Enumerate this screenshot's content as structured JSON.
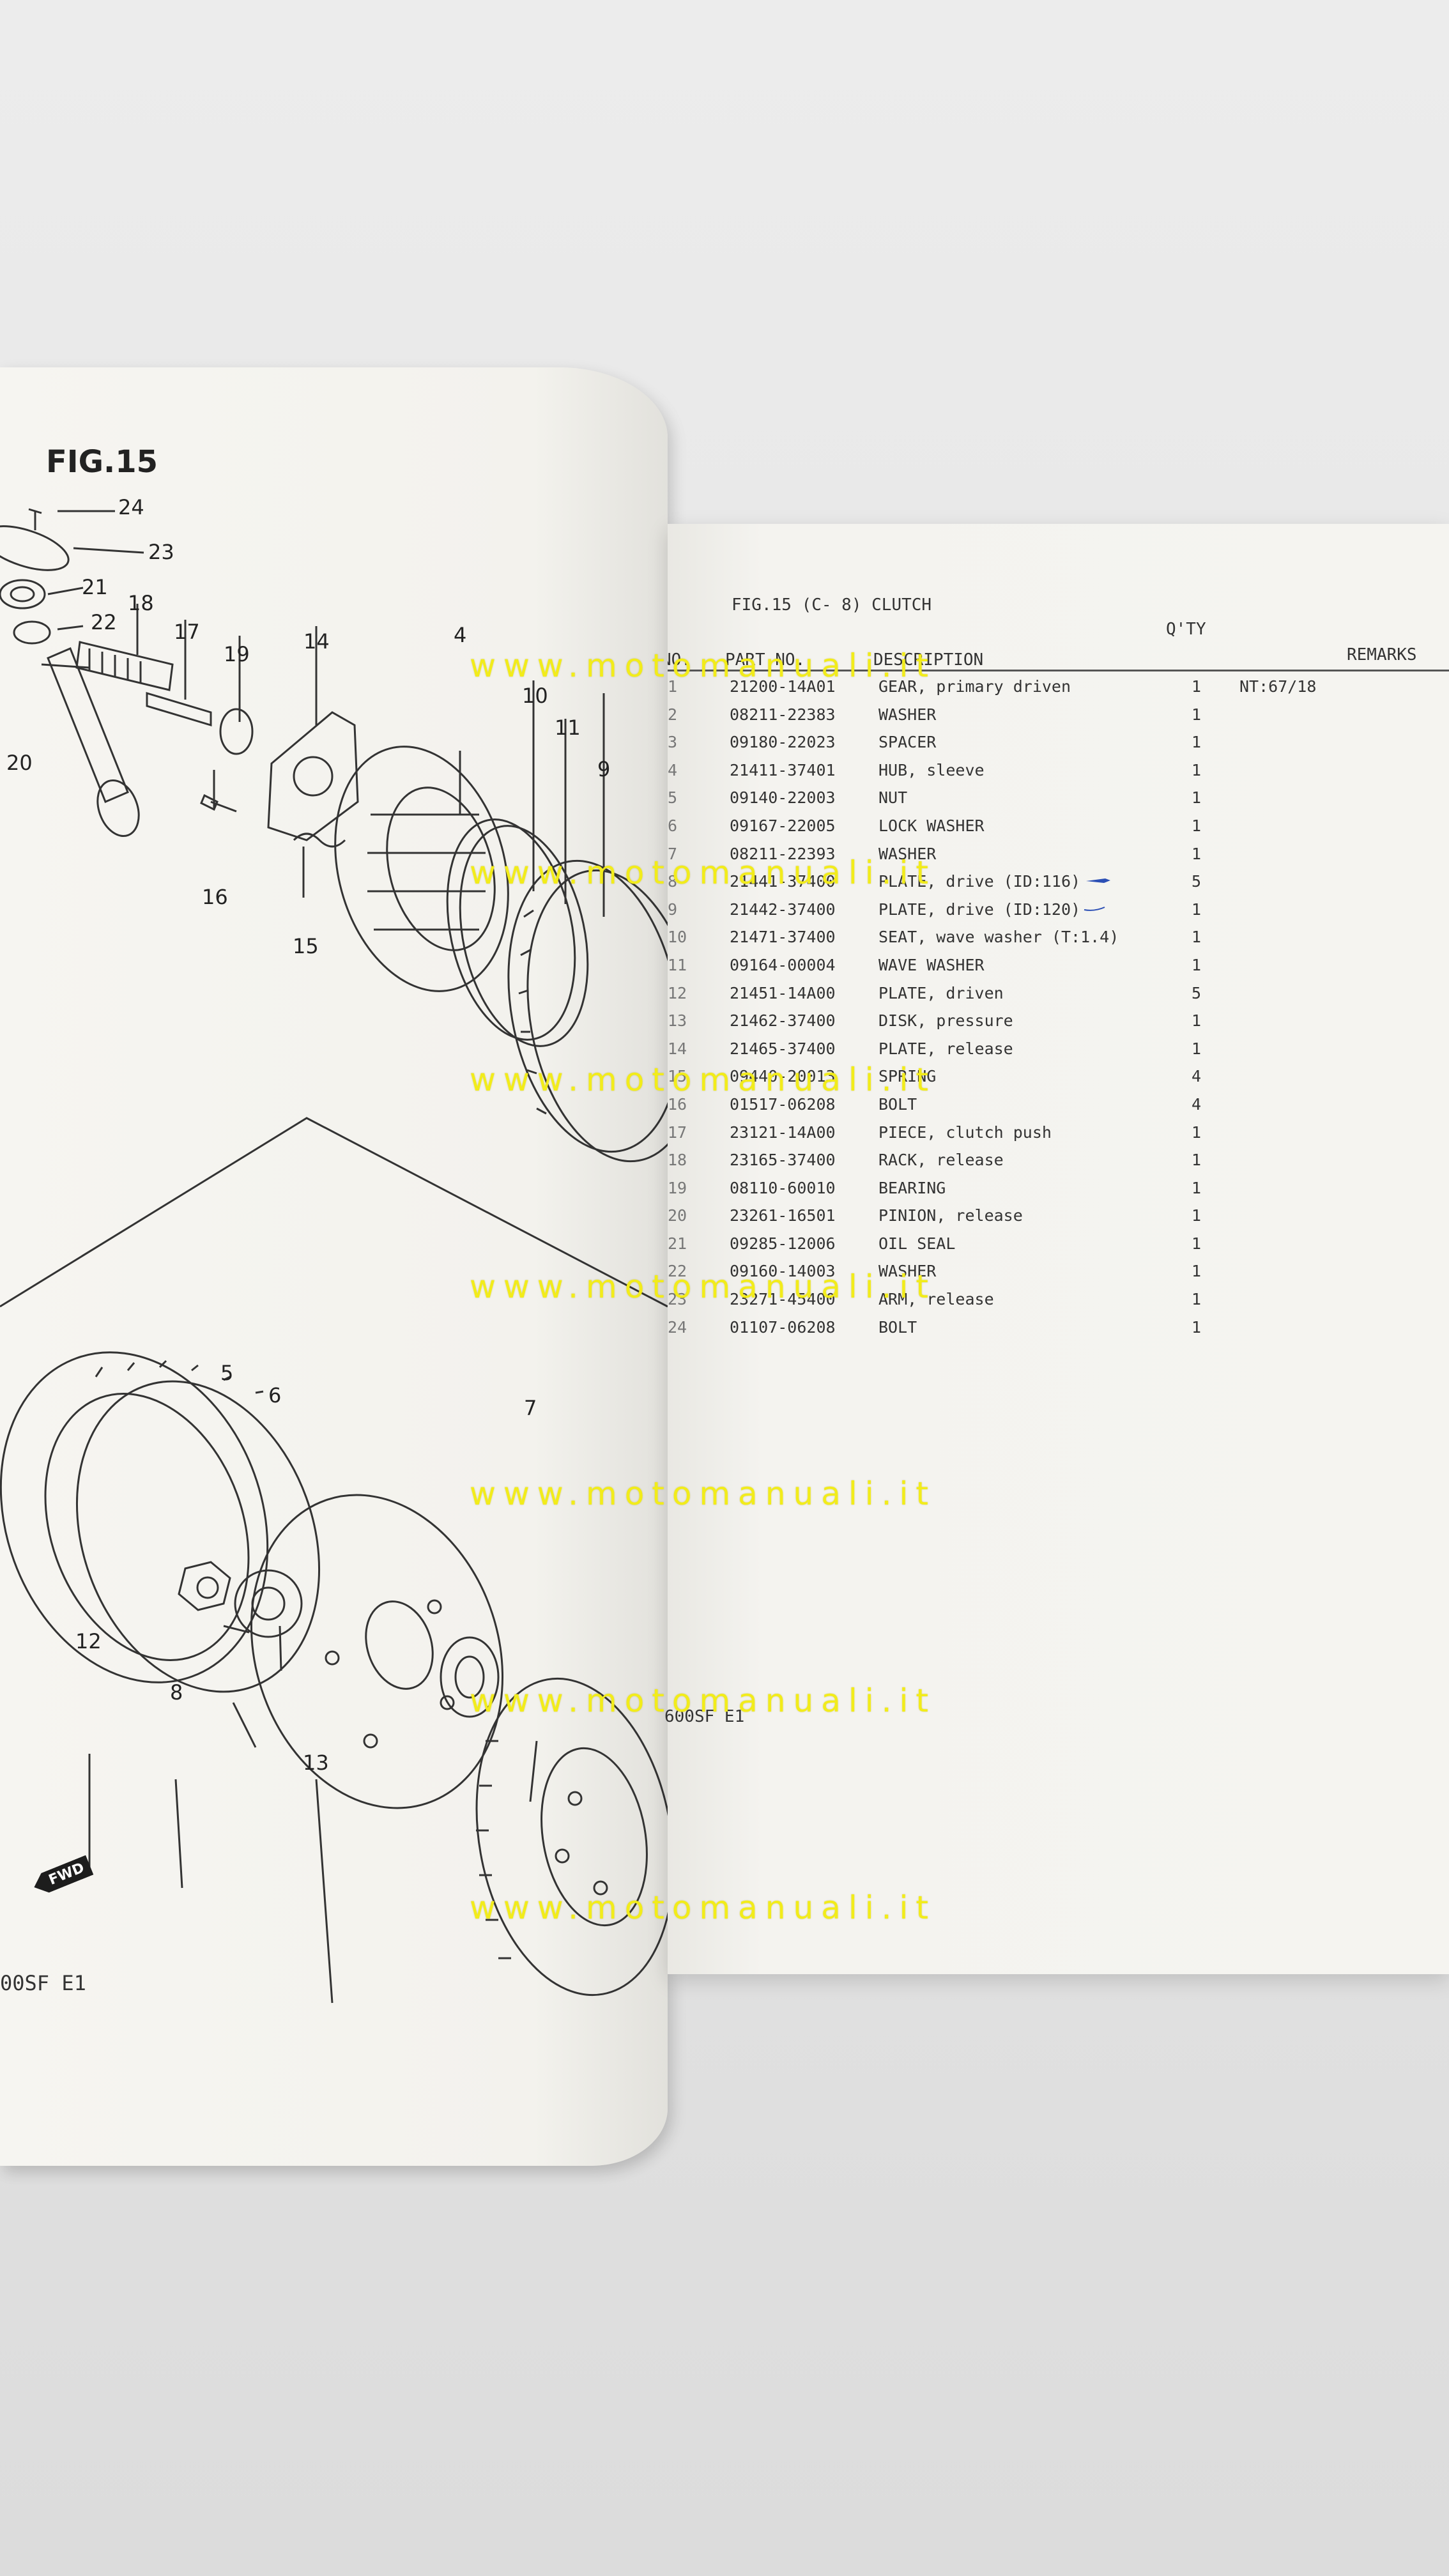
{
  "left_page": {
    "fig_title": "FIG.15",
    "model_code": "00SF E1",
    "fwd_label": "FWD",
    "callouts": [
      "24",
      "23",
      "21",
      "22",
      "18",
      "17",
      "19",
      "14",
      "4",
      "10",
      "11",
      "9",
      "20",
      "16",
      "15",
      "5",
      "6",
      "7",
      "12",
      "8",
      "13"
    ]
  },
  "right_page": {
    "section_title": "FIG.15 (C- 8) CLUTCH",
    "headers": {
      "ref_no": "NO.",
      "part_no": "PART NO.",
      "description": "DESCRIPTION",
      "qty": "Q'TY",
      "remarks": "REMARKS"
    },
    "parts": [
      {
        "ref": "1",
        "part_no": "21200-14A01",
        "description": "GEAR, primary driven",
        "qty": "1",
        "remarks": "NT:67/18"
      },
      {
        "ref": "2",
        "part_no": "08211-22383",
        "description": "WASHER",
        "qty": "1",
        "remarks": ""
      },
      {
        "ref": "3",
        "part_no": "09180-22023",
        "description": "SPACER",
        "qty": "1",
        "remarks": ""
      },
      {
        "ref": "4",
        "part_no": "21411-37401",
        "description": "HUB, sleeve",
        "qty": "1",
        "remarks": ""
      },
      {
        "ref": "5",
        "part_no": "09140-22003",
        "description": "NUT",
        "qty": "1",
        "remarks": ""
      },
      {
        "ref": "6",
        "part_no": "09167-22005",
        "description": "LOCK WASHER",
        "qty": "1",
        "remarks": ""
      },
      {
        "ref": "7",
        "part_no": "08211-22393",
        "description": "WASHER",
        "qty": "1",
        "remarks": ""
      },
      {
        "ref": "8",
        "part_no": "21441-37400",
        "description": "PLATE, drive (ID:116)",
        "qty": "5",
        "remarks": ""
      },
      {
        "ref": "9",
        "part_no": "21442-37400",
        "description": "PLATE, drive (ID:120)",
        "qty": "1",
        "remarks": ""
      },
      {
        "ref": "10",
        "part_no": "21471-37400",
        "description": "SEAT, wave washer (T:1.4)",
        "qty": "1",
        "remarks": ""
      },
      {
        "ref": "11",
        "part_no": "09164-00004",
        "description": "WAVE WASHER",
        "qty": "1",
        "remarks": ""
      },
      {
        "ref": "12",
        "part_no": "21451-14A00",
        "description": "PLATE, driven",
        "qty": "5",
        "remarks": ""
      },
      {
        "ref": "13",
        "part_no": "21462-37400",
        "description": "DISK, pressure",
        "qty": "1",
        "remarks": ""
      },
      {
        "ref": "14",
        "part_no": "21465-37400",
        "description": "PLATE, release",
        "qty": "1",
        "remarks": ""
      },
      {
        "ref": "15",
        "part_no": "09440-20013",
        "description": "SPRING",
        "qty": "4",
        "remarks": ""
      },
      {
        "ref": "16",
        "part_no": "01517-06208",
        "description": "BOLT",
        "qty": "4",
        "remarks": ""
      },
      {
        "ref": "17",
        "part_no": "23121-14A00",
        "description": "PIECE, clutch push",
        "qty": "1",
        "remarks": ""
      },
      {
        "ref": "18",
        "part_no": "23165-37400",
        "description": "RACK, release",
        "qty": "1",
        "remarks": ""
      },
      {
        "ref": "19",
        "part_no": "08110-60010",
        "description": "BEARING",
        "qty": "1",
        "remarks": ""
      },
      {
        "ref": "20",
        "part_no": "23261-16501",
        "description": "PINION, release",
        "qty": "1",
        "remarks": ""
      },
      {
        "ref": "21",
        "part_no": "09285-12006",
        "description": "OIL SEAL",
        "qty": "1",
        "remarks": ""
      },
      {
        "ref": "22",
        "part_no": "09160-14003",
        "description": "WASHER",
        "qty": "1",
        "remarks": ""
      },
      {
        "ref": "23",
        "part_no": "23271-45400",
        "description": "ARM, release",
        "qty": "1",
        "remarks": ""
      },
      {
        "ref": "24",
        "part_no": "01107-06208",
        "description": "BOLT",
        "qty": "1",
        "remarks": ""
      }
    ],
    "model_code": "600SF E1"
  },
  "watermark": "www.motomanuali.it",
  "colors": {
    "watermark": "#f2ec1a",
    "pen_mark": "#2b4fb5",
    "paper": "#f4f3ef"
  }
}
